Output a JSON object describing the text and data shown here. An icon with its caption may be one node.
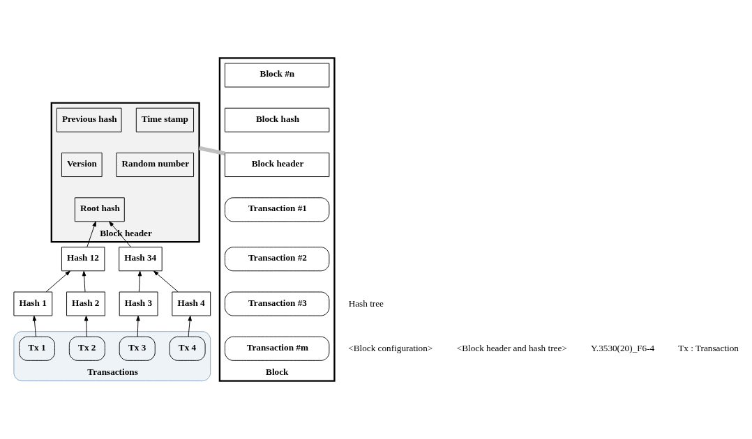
{
  "diagram": {
    "nodes": [
      {
        "text": [
          "Block"
        ]
      },
      {
        "text": [
          "Block #n"
        ],
        "in": 0
      },
      {
        "text": [
          "Block hash"
        ],
        "in": 0
      },
      {
        "text": [
          "Block header"
        ],
        "in": 0
      },
      {
        "text": [
          "Transaction #1"
        ],
        "in": 0
      },
      {
        "text": [
          "Transaction #2"
        ],
        "in": 0
      },
      {
        "text": [
          "Transaction #3"
        ],
        "in": 0
      },
      {
        "text": [
          "Transaction #m"
        ],
        "in": 0
      },
      {
        "text": [
          "Block header"
        ]
      },
      {
        "text": [
          "Previous hash"
        ],
        "in": 8
      },
      {
        "text": [
          "Time stamp"
        ],
        "in": 8
      },
      {
        "text": [
          "Version"
        ],
        "in": 8
      },
      {
        "text": [
          "Random number"
        ],
        "in": 8
      },
      {
        "text": [
          "Root hash"
        ],
        "in": 8
      },
      {
        "text": [
          "Hash 12"
        ]
      },
      {
        "text": [
          "Hash 34"
        ]
      },
      {
        "text": [
          "Hash 1"
        ]
      },
      {
        "text": [
          "Hash 2"
        ]
      },
      {
        "text": [
          "Hash 3"
        ]
      },
      {
        "text": [
          "Hash 4"
        ]
      },
      {
        "text": [
          "Transactions"
        ]
      },
      {
        "text": [
          "Tx 1"
        ],
        "in": 20
      },
      {
        "text": [
          "Tx 2"
        ],
        "in": 20
      },
      {
        "text": [
          "Tx 3"
        ],
        "in": 20
      },
      {
        "text": [
          "Tx 4"
        ],
        "in": 20
      }
    ],
    "edges": [
      {
        "from": 3,
        "to": 8,
        "arrow": "none",
        "style": "thick",
        "color": "#bfbfbf"
      },
      {
        "from": 14,
        "to": 13,
        "arrow": "to"
      },
      {
        "from": 15,
        "to": 13,
        "arrow": "to"
      },
      {
        "from": 16,
        "to": 14,
        "arrow": "to"
      },
      {
        "from": 17,
        "to": 14,
        "arrow": "to"
      },
      {
        "from": 18,
        "to": 15,
        "arrow": "to"
      },
      {
        "from": 19,
        "to": 15,
        "arrow": "to"
      },
      {
        "from": 21,
        "to": 16,
        "arrow": "to"
      },
      {
        "from": 22,
        "to": 17,
        "arrow": "to"
      },
      {
        "from": 23,
        "to": 18,
        "arrow": "to"
      },
      {
        "from": 24,
        "to": 19,
        "arrow": "to"
      }
    ],
    "labels": [
      "Hash tree",
      "<Block configuration>",
      "<Block header and hash tree>",
      "Y.3530(20)_F6-4",
      "Tx : Transaction"
    ]
  }
}
